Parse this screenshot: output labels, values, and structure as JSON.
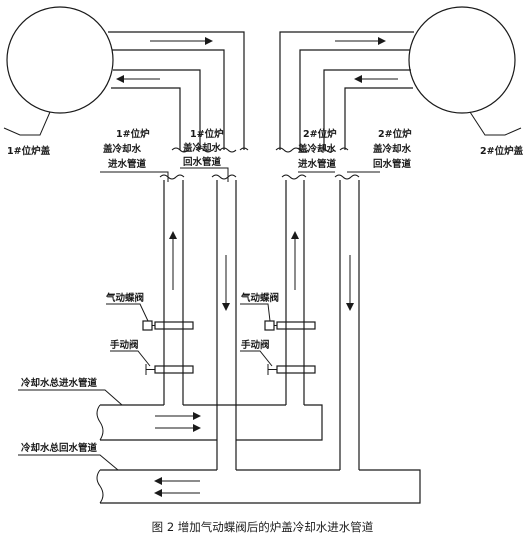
{
  "caption": "图 2 增加气动蝶阀后的炉盖冷却水进水管道",
  "labels": {
    "furnace_cover_1": "1#位炉盖",
    "furnace_cover_2": "2#位炉盖",
    "inlet_1": [
      "1#位炉",
      "盖冷却水",
      "进水管道"
    ],
    "return_1": [
      "1#位炉",
      "盖冷却水",
      "回水管道"
    ],
    "inlet_2": [
      "2#位炉",
      "盖冷却水",
      "进水管道"
    ],
    "return_2": [
      "2#位炉",
      "盖冷却水",
      "回水管道"
    ],
    "pneumatic_valve_left": "气动蝶阀",
    "pneumatic_valve_right": "气动蝶阀",
    "manual_valve_left": "手动阀",
    "manual_valve_right": "手动阀",
    "main_inlet": "冷却水总进水管道",
    "main_return": "冷却水总回水管道"
  }
}
